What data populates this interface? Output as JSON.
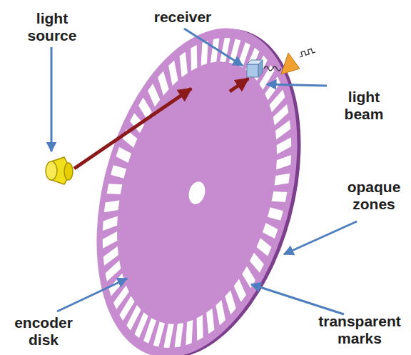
{
  "diagram": {
    "labels": [
      "light source",
      "receiver",
      "light beam",
      "opaque zones",
      "encoder disk",
      "transparent marks"
    ]
  }
}
